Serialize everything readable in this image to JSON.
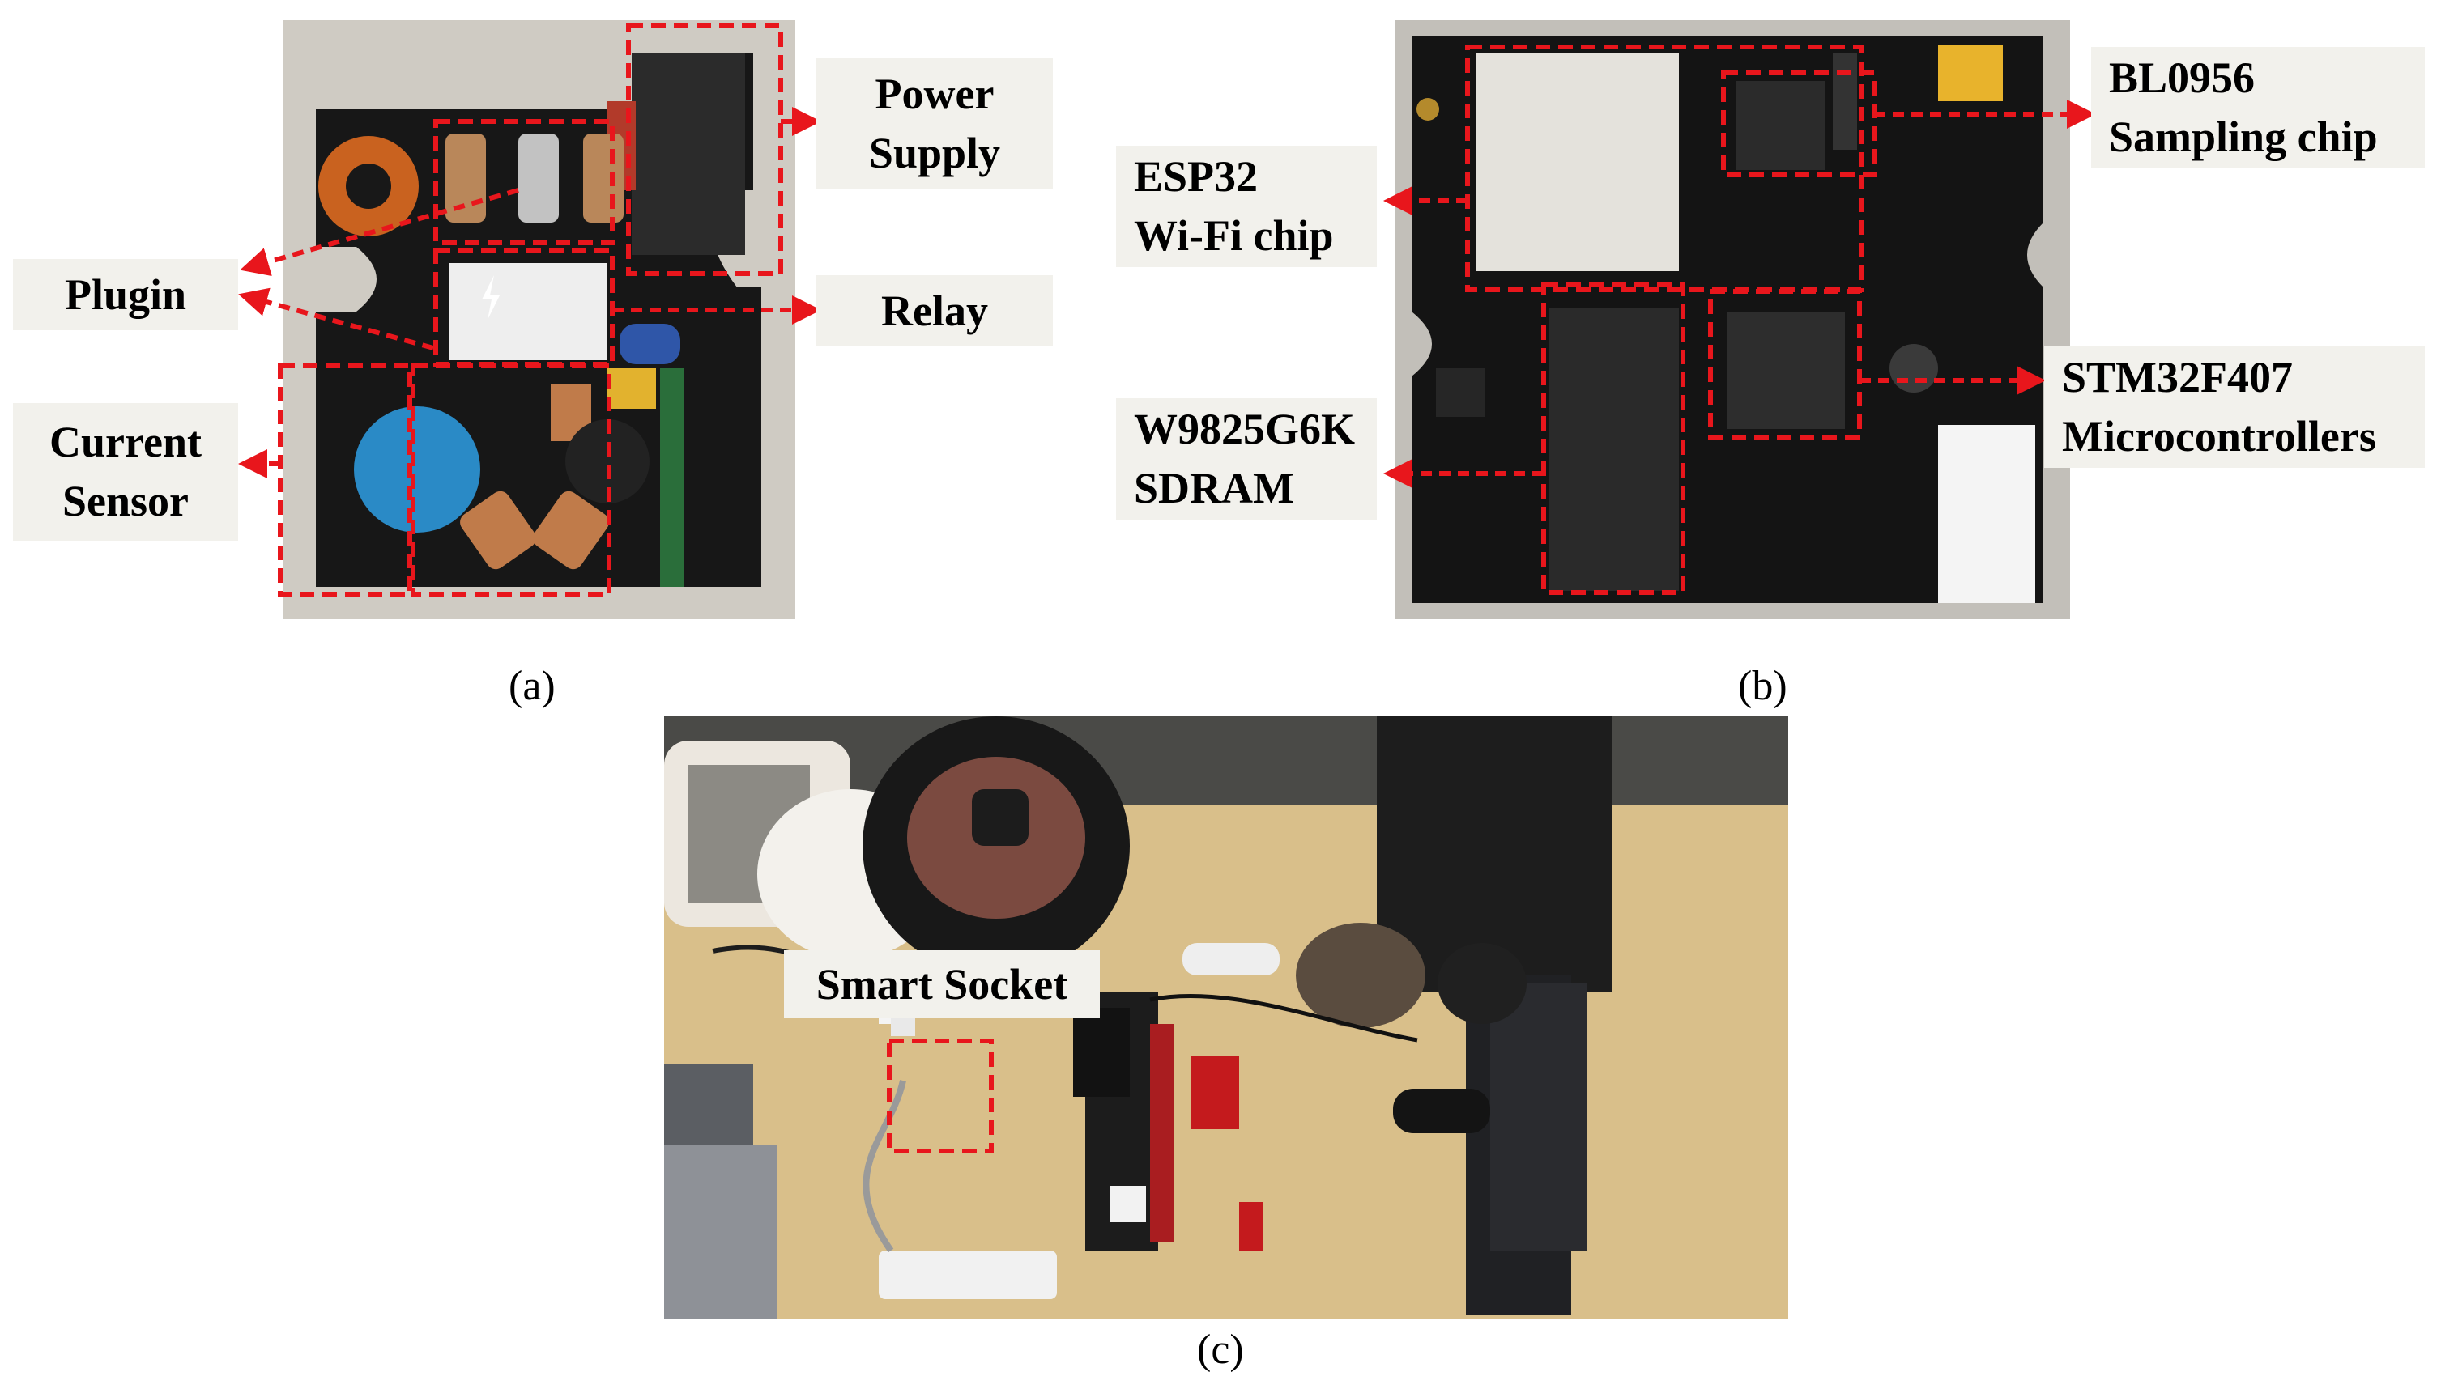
{
  "panel_a": {
    "labels": {
      "power_supply": [
        "Power",
        "Supply"
      ],
      "plugin": "Plugin",
      "relay": "Relay",
      "current_sensor": [
        "Current",
        "Sensor"
      ]
    },
    "caption": "(a)"
  },
  "panel_b": {
    "labels": {
      "esp32": [
        "ESP32",
        "Wi-Fi chip"
      ],
      "bl0956": [
        "BL0956",
        "Sampling chip"
      ],
      "stm32": [
        "STM32F407",
        "Microcontrollers"
      ],
      "sdram": [
        "W9825G6K",
        "SDRAM"
      ]
    },
    "caption": "(b)"
  },
  "panel_c": {
    "labels": {
      "smart_socket": "Smart Socket"
    },
    "caption": "(c)"
  },
  "colors": {
    "annotation": "#e8161c",
    "label_bg": "#f2f1ec",
    "pcb_black": "#151515",
    "desk": "#d9bf8a"
  }
}
